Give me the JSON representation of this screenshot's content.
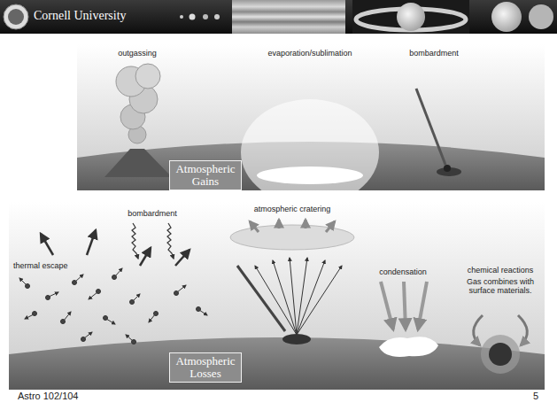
{
  "diagram": {
    "nodes": [
      {
        "text": [
          "Atmospheric Gains"
        ]
      },
      {
        "text": [
          "Atmospheric Losses"
        ]
      }
    ],
    "labels": [
      "Cornell University",
      "outgassing",
      "evaporation/sublimation",
      "bombardment",
      "thermal escape",
      "bombardment",
      "atmospheric cratering",
      "condensation",
      "chemical reactions",
      "Gas combines with surface materials.",
      "Astro 102/104",
      "5"
    ]
  }
}
